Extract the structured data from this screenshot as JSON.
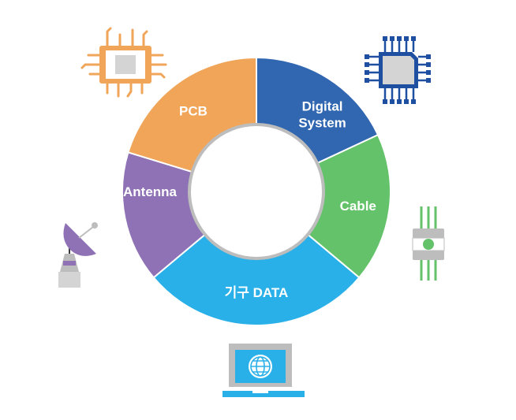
{
  "segments": [
    {
      "id": "digital-system",
      "lines": [
        "Digital",
        "System"
      ],
      "color": "#3166B1"
    },
    {
      "id": "cable",
      "lines": [
        "Cable"
      ],
      "color": "#64C26A"
    },
    {
      "id": "gigu-data",
      "lines": [
        "기구 DATA"
      ],
      "color": "#2AB0E8"
    },
    {
      "id": "antenna",
      "lines": [
        "Antenna"
      ],
      "color": "#8E72B5"
    },
    {
      "id": "pcb",
      "lines": [
        "PCB"
      ],
      "color": "#F0A559"
    }
  ],
  "icons": [
    {
      "id": "pcb-chip",
      "name": "chip-orange-icon",
      "color": "#F0A559"
    },
    {
      "id": "digital-chip",
      "name": "chip-blue-icon",
      "color": "#1E4FA0"
    },
    {
      "id": "cable-connector",
      "name": "cable-connector-icon",
      "color": "#64C26A"
    },
    {
      "id": "satellite-dish",
      "name": "satellite-dish-icon",
      "color": "#8E72B5"
    },
    {
      "id": "monitor-globe",
      "name": "monitor-globe-icon",
      "color": "#2AB0E8"
    }
  ],
  "colors": {
    "ring_inner_border": "#BDBDBD",
    "ring_gap": "#ffffff",
    "icon_gray": "#BDBDBD"
  }
}
